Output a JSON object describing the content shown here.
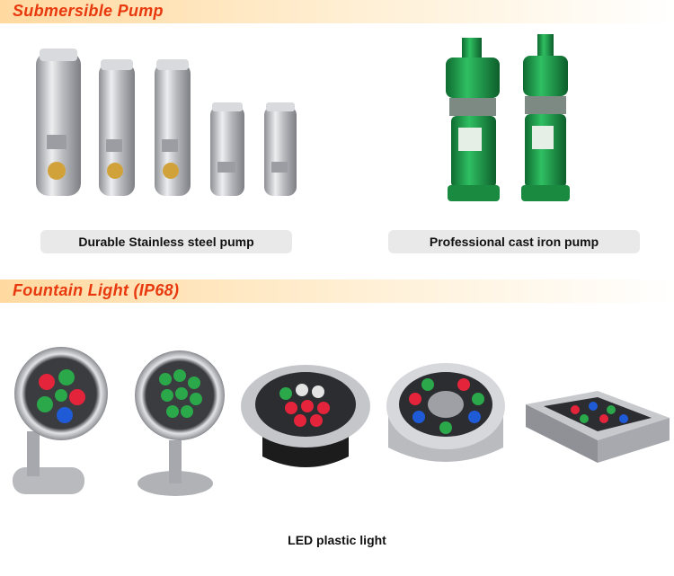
{
  "sections": {
    "pump": {
      "title": "Submersible Pump",
      "captions": {
        "stainless": "Durable Stainless steel pump",
        "cast_iron": "Professional cast iron pump"
      }
    },
    "light": {
      "title": "Fountain Light (IP68)",
      "caption": "LED plastic light"
    }
  },
  "colors": {
    "banner_text": "#e8380d",
    "pump_green": "#1e9a4a",
    "steel": "#c8c9cc"
  }
}
